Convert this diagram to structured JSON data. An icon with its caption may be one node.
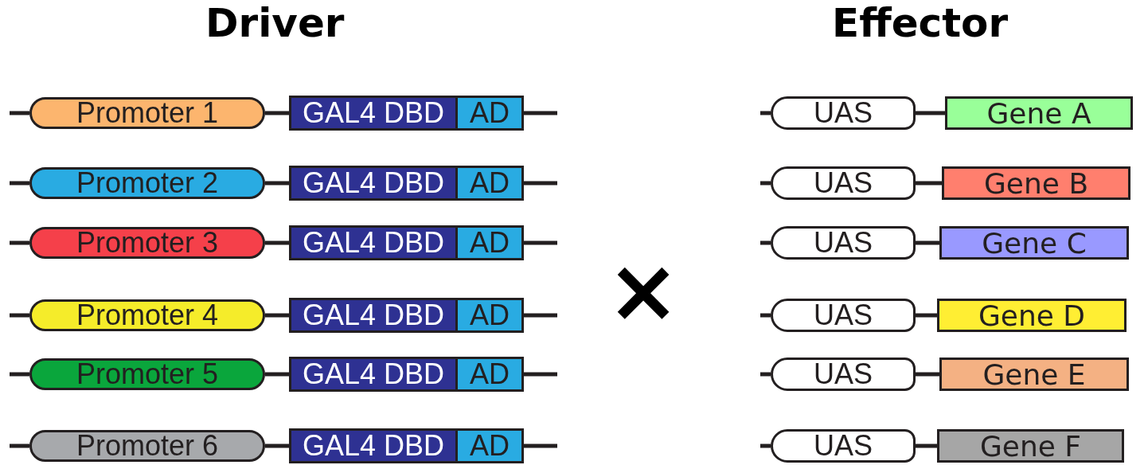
{
  "diagram": {
    "nodes": [
      {
        "text": [
          "Promoter 1"
        ]
      },
      {
        "text": [
          "GAL4 DBD"
        ]
      },
      {
        "text": [
          "AD"
        ]
      },
      {
        "text": [
          "Promoter 2"
        ]
      },
      {
        "text": [
          "GAL4 DBD"
        ]
      },
      {
        "text": [
          "AD"
        ]
      },
      {
        "text": [
          "Promoter 3"
        ]
      },
      {
        "text": [
          "GAL4 DBD"
        ]
      },
      {
        "text": [
          "AD"
        ]
      },
      {
        "text": [
          "Promoter 4"
        ]
      },
      {
        "text": [
          "GAL4 DBD"
        ]
      },
      {
        "text": [
          "AD"
        ]
      },
      {
        "text": [
          "Promoter 5"
        ]
      },
      {
        "text": [
          "GAL4 DBD"
        ]
      },
      {
        "text": [
          "AD"
        ]
      },
      {
        "text": [
          "Promoter 6"
        ]
      },
      {
        "text": [
          "GAL4 DBD"
        ]
      },
      {
        "text": [
          "AD"
        ]
      },
      {
        "text": [
          "UAS"
        ]
      },
      {
        "text": [
          "Gene A"
        ]
      },
      {
        "text": [
          "UAS"
        ]
      },
      {
        "text": [
          "Gene B"
        ]
      },
      {
        "text": [
          "UAS"
        ]
      },
      {
        "text": [
          "Gene C"
        ]
      },
      {
        "text": [
          "UAS"
        ]
      },
      {
        "text": [
          "Gene D"
        ]
      },
      {
        "text": [
          "UAS"
        ]
      },
      {
        "text": [
          "Gene E"
        ]
      },
      {
        "text": [
          "UAS"
        ]
      },
      {
        "text": [
          "Gene F"
        ]
      }
    ],
    "edges": [
      {
        "from": 0,
        "to": 1,
        "arrow": "none"
      },
      {
        "from": 3,
        "to": 4,
        "arrow": "none"
      },
      {
        "from": 6,
        "to": 7,
        "arrow": "none"
      },
      {
        "from": 9,
        "to": 10,
        "arrow": "none"
      },
      {
        "from": 12,
        "to": 13,
        "arrow": "none"
      },
      {
        "from": 15,
        "to": 16,
        "arrow": "none"
      },
      {
        "from": 18,
        "to": 19,
        "arrow": "none"
      },
      {
        "from": 20,
        "to": 21,
        "arrow": "none"
      },
      {
        "from": 22,
        "to": 23,
        "arrow": "none"
      },
      {
        "from": 24,
        "to": 25,
        "arrow": "none"
      },
      {
        "from": 26,
        "to": 27,
        "arrow": "none"
      },
      {
        "from": 28,
        "to": 29,
        "arrow": "none"
      }
    ],
    "labels": [
      "Driver",
      "Effector",
      "×"
    ]
  }
}
